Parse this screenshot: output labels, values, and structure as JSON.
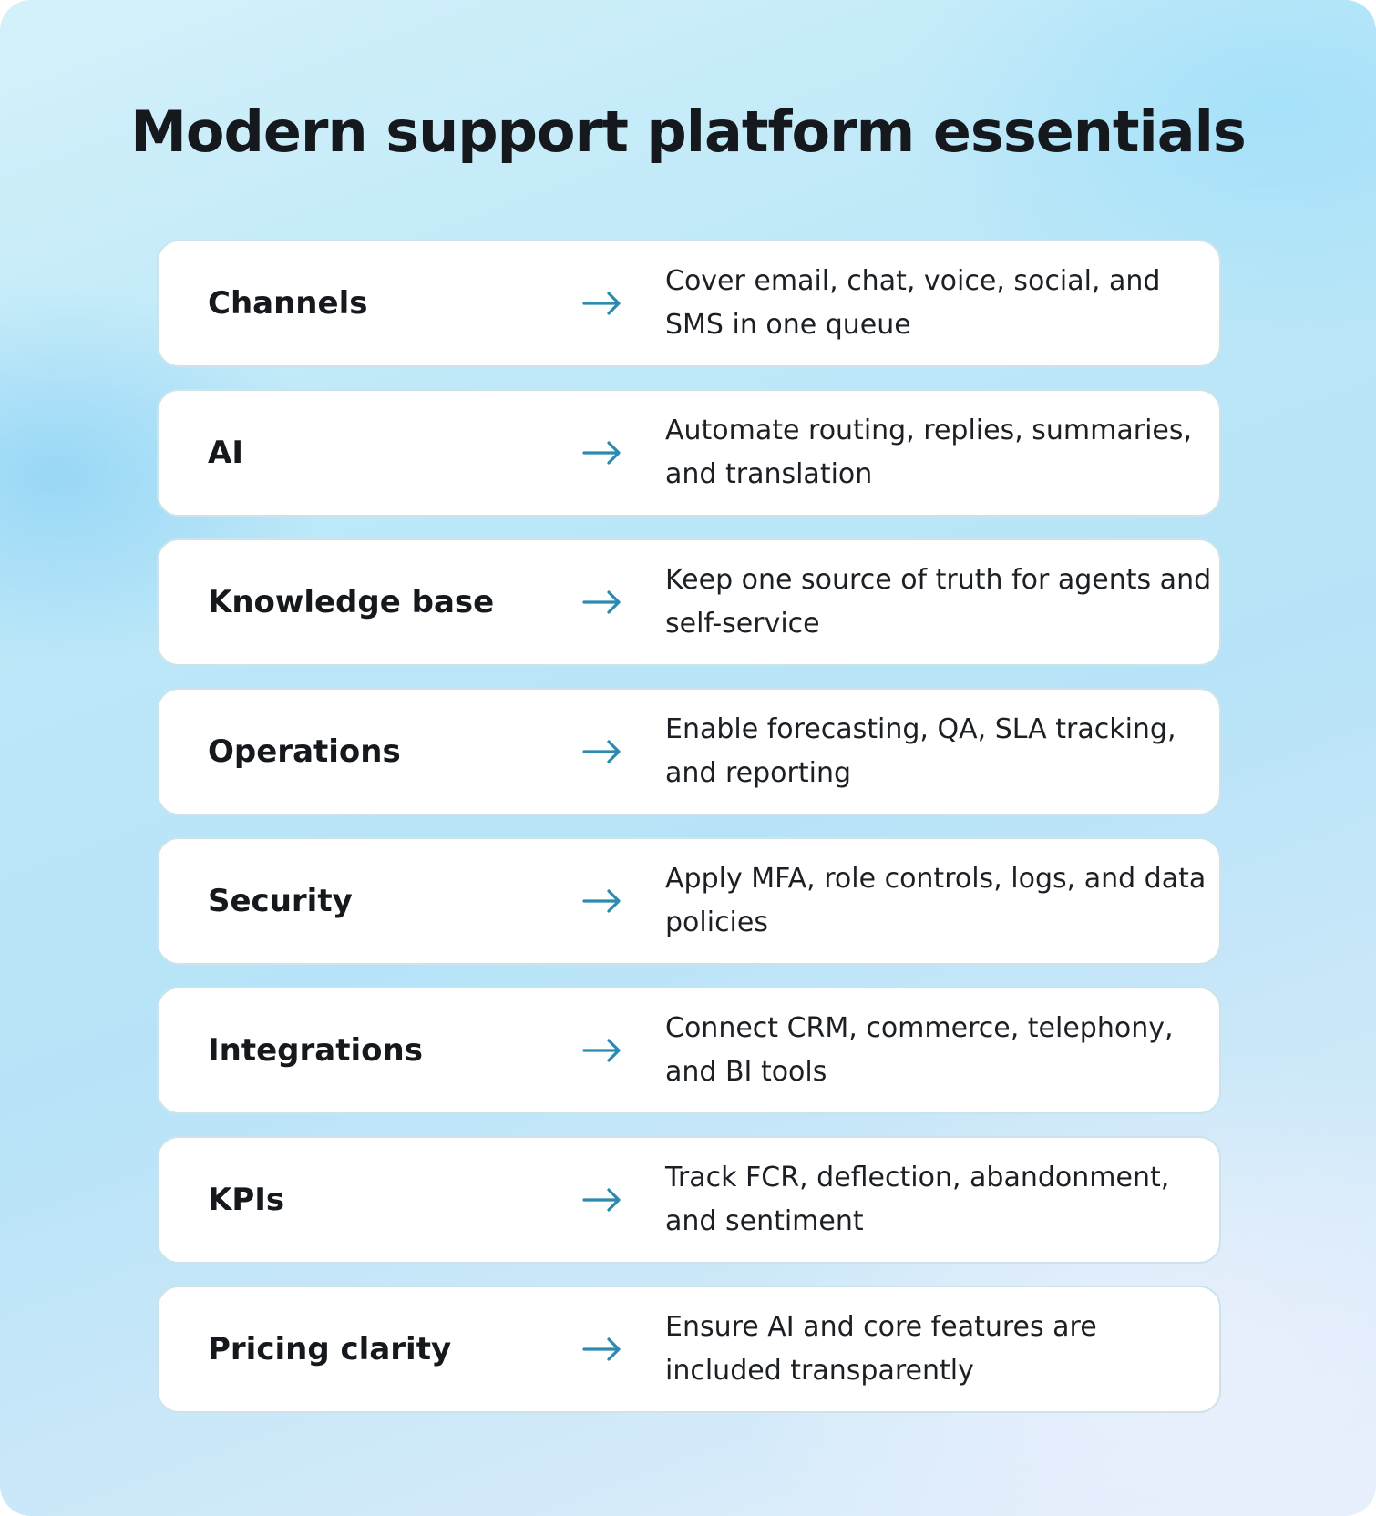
{
  "title": "Modern support platform essentials",
  "accent_color": "#2b8ab0",
  "arrow_icon": "right-arrow",
  "rows": [
    {
      "label": "Channels",
      "description": "Cover email, chat, voice, social, and SMS in one queue"
    },
    {
      "label": "AI",
      "description": "Automate routing, replies, summaries, and translation"
    },
    {
      "label": "Knowledge base",
      "description": "Keep one source of truth for agents and self-service"
    },
    {
      "label": "Operations",
      "description": "Enable forecasting, QA, SLA tracking, and reporting"
    },
    {
      "label": "Security",
      "description": "Apply MFA, role controls, logs, and data policies"
    },
    {
      "label": "Integrations",
      "description": "Connect CRM, commerce, telephony, and BI tools"
    },
    {
      "label": "KPIs",
      "description": "Track FCR, deflection, abandonment, and sentiment"
    },
    {
      "label": "Pricing clarity",
      "description": "Ensure AI and core features are included transparently"
    }
  ]
}
